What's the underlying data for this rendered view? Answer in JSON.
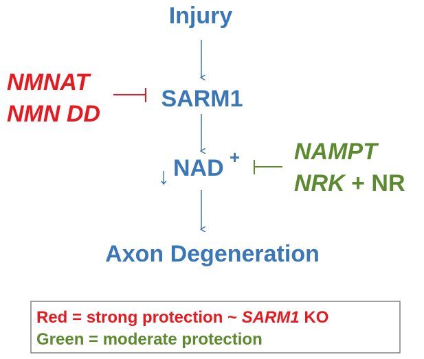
{
  "diagram": {
    "nodes": {
      "injury": "Injury",
      "sarm1": "SARM1",
      "nad": "NAD",
      "nad_superscript": "+",
      "nad_down_arrow": "↓",
      "axon": "Axon Degeneration"
    },
    "inhibitors_red": {
      "line1": "NMNAT",
      "line2": "NMN DD"
    },
    "inhibitors_green": {
      "line1": "NAMPT",
      "line2_italic": "NRK",
      "line2_rest": " + NR"
    },
    "legend": {
      "red_prefix": "Red = strong protection ~ ",
      "red_italic": "SARM1",
      "red_suffix": " KO",
      "green": "Green = moderate protection"
    },
    "colors": {
      "blue": "#3a77b8",
      "red": "#e8191e",
      "green": "#5b8a2f"
    }
  }
}
